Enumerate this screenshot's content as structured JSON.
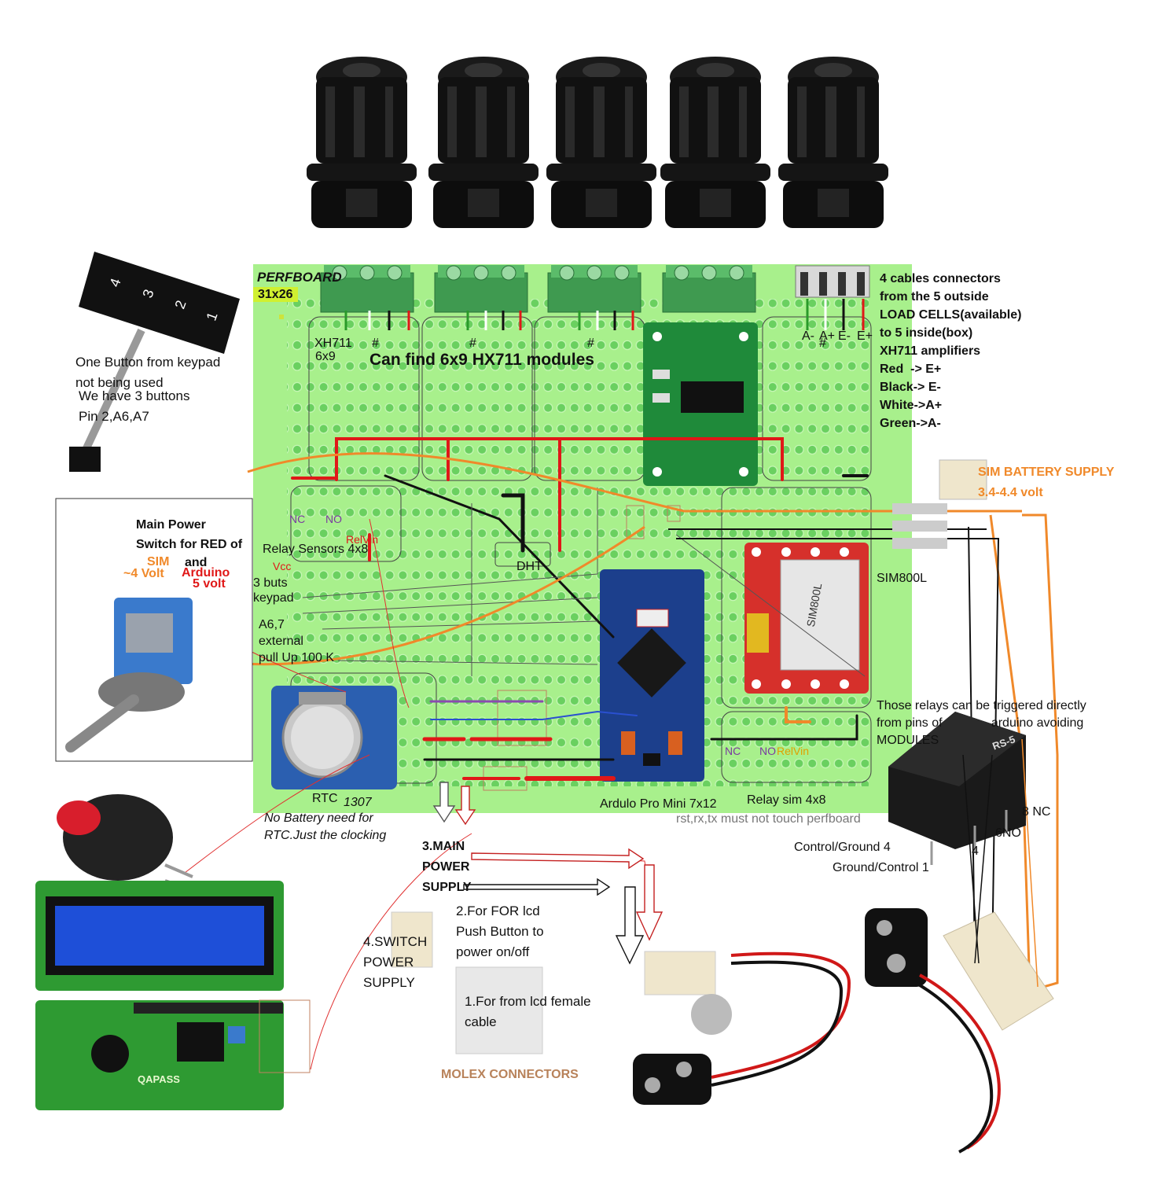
{
  "board": {
    "name_label": "PERFBOARD",
    "size_label": "31x26",
    "hx711_headline": "Can find 6x9 HX711 modules",
    "xh711_label": "XH711",
    "xh711_size": "6x9",
    "hash_marks": [
      "#",
      "#",
      "#",
      "#"
    ],
    "pin_labels": [
      "A-",
      "A+",
      "E-",
      "E+"
    ],
    "dht_label": "DHT",
    "sim_label": "SIM800L",
    "relay_sensors_label": "Relay Sensors 4x8",
    "nc_label": "NC",
    "no_label": "NO",
    "relvin_label": "RelVin",
    "vcc_label": "Vcc",
    "keypad_note": "3 buts\nkeypad",
    "pullup_note": "A6,7\nexternal\npull Up 100 K",
    "rtc_label": "RTC",
    "rtc_model": "1307",
    "rtc_note": "No Battery need for\nRTC.Just the clocking",
    "arduino_label": "Ardulo Pro Mini 7x12",
    "relay_sim_label": "Relay sim 4x8",
    "relay_sim_nc": "NC",
    "relay_sim_no": "NO",
    "relay_sim_relvin": "RelVin",
    "rst_note": "rst,rx,tx must not touch perfboard"
  },
  "notes": {
    "cables": "4 cables connectors\nfrom the 5 outside\nLOAD CELLS(available)\nto 5 inside(box)\nXH711 amplifiers\nRed  -> E+\nBlack-> E-\nWhite->A+\nGreen->A-",
    "keypad_unused": "One Button from keypad\nnot being used",
    "keypad_buttons": "We have 3 buttons\nPin 2,A6,A7",
    "keypad_digits": [
      "4",
      "3",
      "2",
      "1"
    ],
    "sim_battery_title": "SIM BATTERY SUPPLY",
    "sim_battery_range": "3.4-4.4 volt",
    "main_switch_title": "Main Power\nSwitch for RED of",
    "main_switch_sim": "SIM",
    "main_switch_and": "and",
    "main_switch_arduino": "Arduino",
    "main_switch_sim_volt": "~4 Volt",
    "main_switch_ard_volt": "5 volt",
    "relays_note": "Those relays can be triggered directly\nfrom pins of              arduino avoiding\nMODULES",
    "relay_pin_nc": "8  NC",
    "relay_pin_no": "6NO",
    "relay_control_ground": "Control/Ground  4",
    "relay_pin4": "4",
    "relay_ground_control": "Ground/Control 1",
    "relay_marking": "RS-5",
    "main_power": "3.MAIN\nPOWER\nSUPPLY",
    "push_button": "2.For FOR lcd\nPush Button to\npower on/off",
    "switch_power": "4.SWITCH\nPOWER\nSUPPLY",
    "lcd_female": "1.For from lcd female\ncable",
    "molex": "MOLEX CONNECTORS",
    "lcd_board_brand": "QAPASS",
    "sim_chip_text": "SIM800L"
  },
  "colors": {
    "board_green": "#a8f08c",
    "hole_green": "#6ad060",
    "wire_red": "#e01818",
    "wire_orange": "#f0892a",
    "wire_black": "#111111",
    "hx711_pcb": "#1f8a3a",
    "arduino_pcb": "#1c3f8c",
    "sim_pcb": "#d6302b",
    "lcd_screen": "#1e4fd8",
    "lcd_pcb": "#2e9a32"
  },
  "icons": [
    "cable-gland-icon",
    "screw-terminal-icon",
    "membrane-keypad-icon",
    "toggle-switch-icon",
    "push-button-icon",
    "lcd-module-icon",
    "relay-icon",
    "molex-connector-icon",
    "battery-clip-icon",
    "arduino-board-icon",
    "rtc-module-icon",
    "sim-module-icon",
    "hx711-module-icon"
  ]
}
